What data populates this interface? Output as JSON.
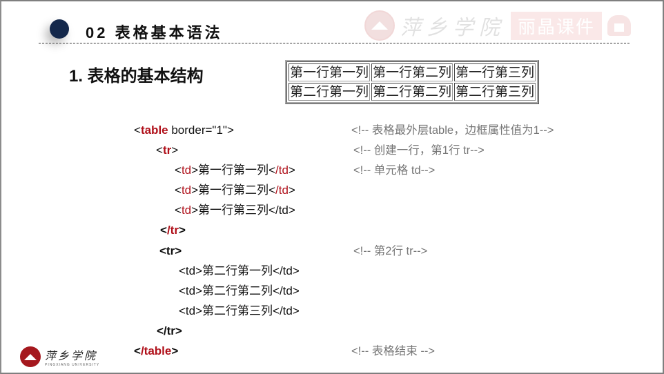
{
  "header": {
    "title": "02 表格基本语法",
    "watermark": {
      "school_name": "萍乡学院",
      "badge": "丽晶课件"
    }
  },
  "section": {
    "title": "1. 表格的基本结构"
  },
  "demo_table": {
    "rows": [
      [
        "第一行第一列",
        "第一行第二列",
        "第一行第三列"
      ],
      [
        "第二行第一列",
        "第二行第二列",
        "第二行第三列"
      ]
    ]
  },
  "code": {
    "line1": {
      "open": "<",
      "tag": "table",
      "rest": " border=\"1\">"
    },
    "line2": {
      "open": "<",
      "tag": "tr",
      "close": ">"
    },
    "line3": {
      "open": "<",
      "tag": "td",
      "mid": ">第一行第一列",
      "close_open": "<",
      "close_tag": "/td",
      "end": ">"
    },
    "line4": {
      "open": "<",
      "tag": "td",
      "mid": ">第一行第二列",
      "close_open": "<",
      "close_tag": "/td",
      "end": ">"
    },
    "line5": {
      "open": "<",
      "tag": "td",
      "mid": ">第一行第三列</td>"
    },
    "line6": {
      "open": "<",
      "tag": "/tr",
      "close": ">"
    },
    "line7": {
      "text": "<tr>"
    },
    "line8": {
      "text": "<td>第二行第一列</td>"
    },
    "line9": {
      "text": "<td>第二行第二列</td>"
    },
    "line10": {
      "text": "<td>第二行第三列</td>"
    },
    "line11": {
      "text": "</tr>"
    },
    "line12": {
      "open": "<",
      "tag": "/table",
      "close": ">"
    }
  },
  "comments": {
    "c1": "<!-- 表格最外层table，边框属性值为1-->",
    "c2": "<!-- 创建一行，第1行 tr-->",
    "c3": "<!-- 单元格 td-->",
    "c4": "<!-- 第2行 tr-->",
    "c5": "<!-- 表格结束 -->"
  },
  "footer": {
    "school_name": "萍乡学院",
    "school_name_en": "PINGXIANG UNIVERSITY"
  },
  "colors": {
    "accent_dot": "#14284b",
    "tag_red": "#b0101a",
    "comment_gray": "#777777"
  }
}
